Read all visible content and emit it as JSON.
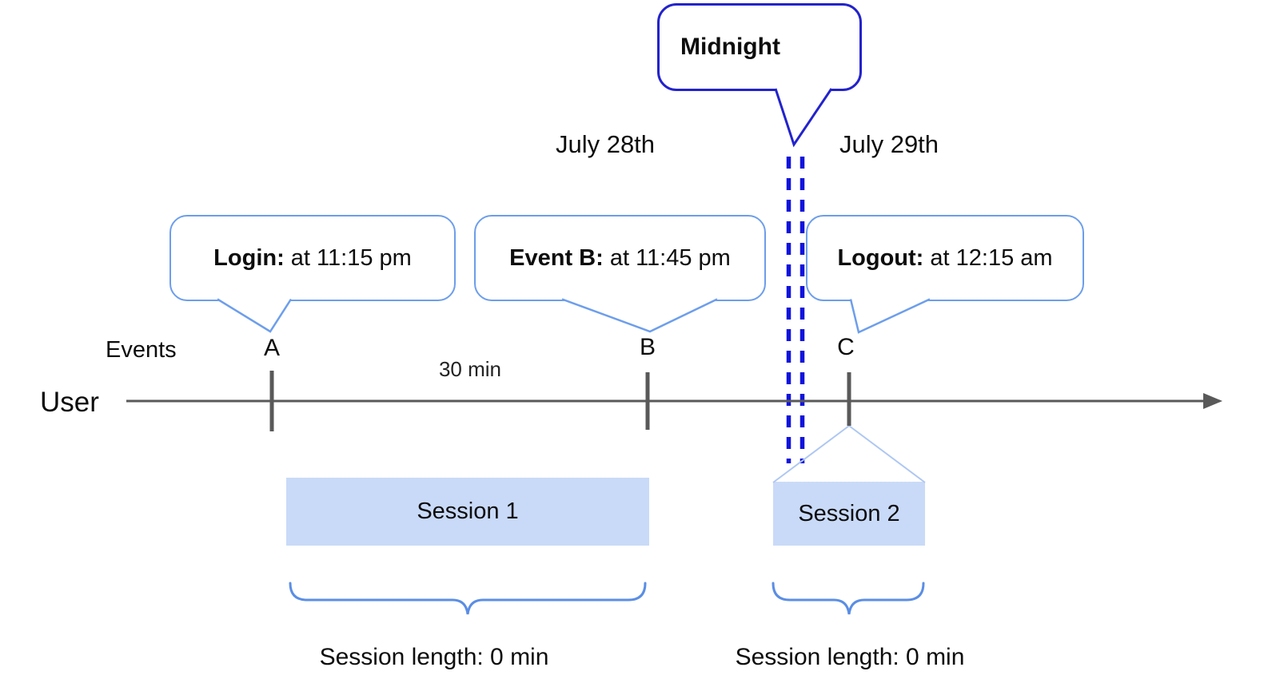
{
  "colors": {
    "callout_border": "#6d9eeb",
    "midnight_border": "#2323cc",
    "midnight_dash": "#1113dd",
    "session_fill": "#c9daf8",
    "brace": "#5b8ee4",
    "funnel": "#aec7f2",
    "axis": "#595959",
    "text": "#0d0d0d"
  },
  "callouts": {
    "midnight": {
      "label": "Midnight"
    },
    "login": {
      "label": "Login:",
      "value": " at 11:15 pm"
    },
    "event_b": {
      "label": "Event B:",
      "value": " at 11:45 pm"
    },
    "logout": {
      "label": "Logout:",
      "value": " at 12:15 am"
    }
  },
  "dates": {
    "left": "July 28th",
    "right": "July 29th"
  },
  "axis": {
    "events_label": "Events",
    "row_label": "User",
    "interval_label": "30 min",
    "events": [
      {
        "id": "A"
      },
      {
        "id": "B"
      },
      {
        "id": "C"
      }
    ]
  },
  "sessions": [
    {
      "name": "Session 1",
      "length_label": "Session length: 0 min"
    },
    {
      "name": "Session 2",
      "length_label": "Session length: 0 min"
    }
  ]
}
